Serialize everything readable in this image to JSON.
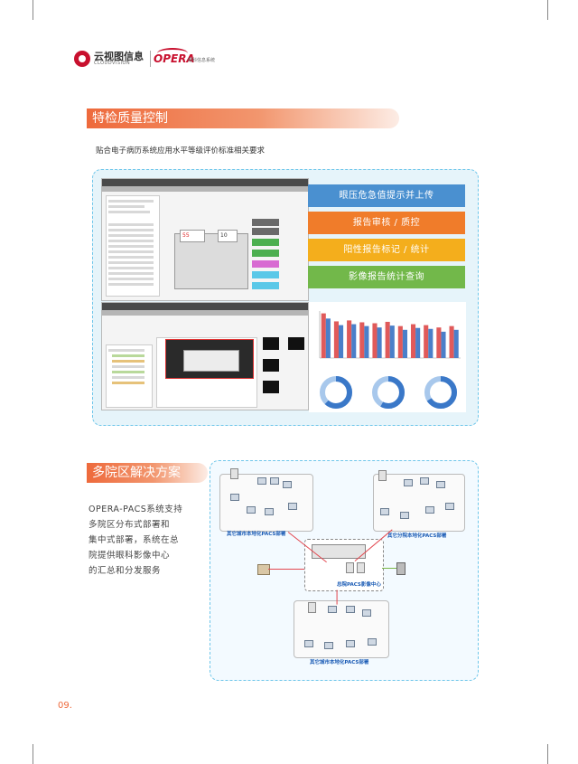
{
  "header": {
    "cloudvision_name": "云视图信息",
    "cloudvision_sub": "CLOUDVISION",
    "opera_name": "OPERA",
    "opera_sub": "眼科信息系统"
  },
  "section1": {
    "title": "特检质量控制",
    "intro": "贴合电子病历系统应用水平等级评价标准相关要求",
    "features": [
      {
        "label": "眼压危急值提示并上传",
        "color": "#4a90d0"
      },
      {
        "label": "报告审核 / 质控",
        "color": "#f07c2a"
      },
      {
        "label": "阳性报告标记 / 统计",
        "color": "#f4ae1c"
      },
      {
        "label": "影像报告统计查询",
        "color": "#72b84a"
      }
    ],
    "screenshot_value": "55",
    "screenshot_value2": "10"
  },
  "chart_data": {
    "type": "bar",
    "categories": [
      "",
      "",
      "",
      "",
      "",
      "",
      "",
      "",
      "",
      "",
      ""
    ],
    "series": [
      {
        "name": "",
        "color": "#e05a5a",
        "values": [
          95,
          78,
          80,
          76,
          74,
          77,
          68,
          72,
          70,
          65,
          68
        ]
      },
      {
        "name": "",
        "color": "#4a7fc9",
        "values": [
          84,
          70,
          72,
          68,
          65,
          69,
          60,
          64,
          62,
          56,
          60
        ]
      }
    ],
    "ylim": [
      0,
      100
    ],
    "donuts": [
      {
        "primary": 0.62
      },
      {
        "primary": 0.58
      },
      {
        "primary": 0.66
      }
    ]
  },
  "section2": {
    "title": "多院区解决方案",
    "desc_lines": [
      "OPERA-PACS系统支持",
      "多院区分布式部署和",
      "集中式部署，系统在总",
      "院提供眼科影像中心",
      "的汇总和分发服务"
    ],
    "diagram": {
      "left_label": "其它城市本地化PACS部署",
      "right_label": "其它分院本地化PACS部署",
      "center_label": "总院PACS影像中心",
      "bottom_label": "其它城市本地化PACS部署"
    }
  },
  "page_number": "09."
}
